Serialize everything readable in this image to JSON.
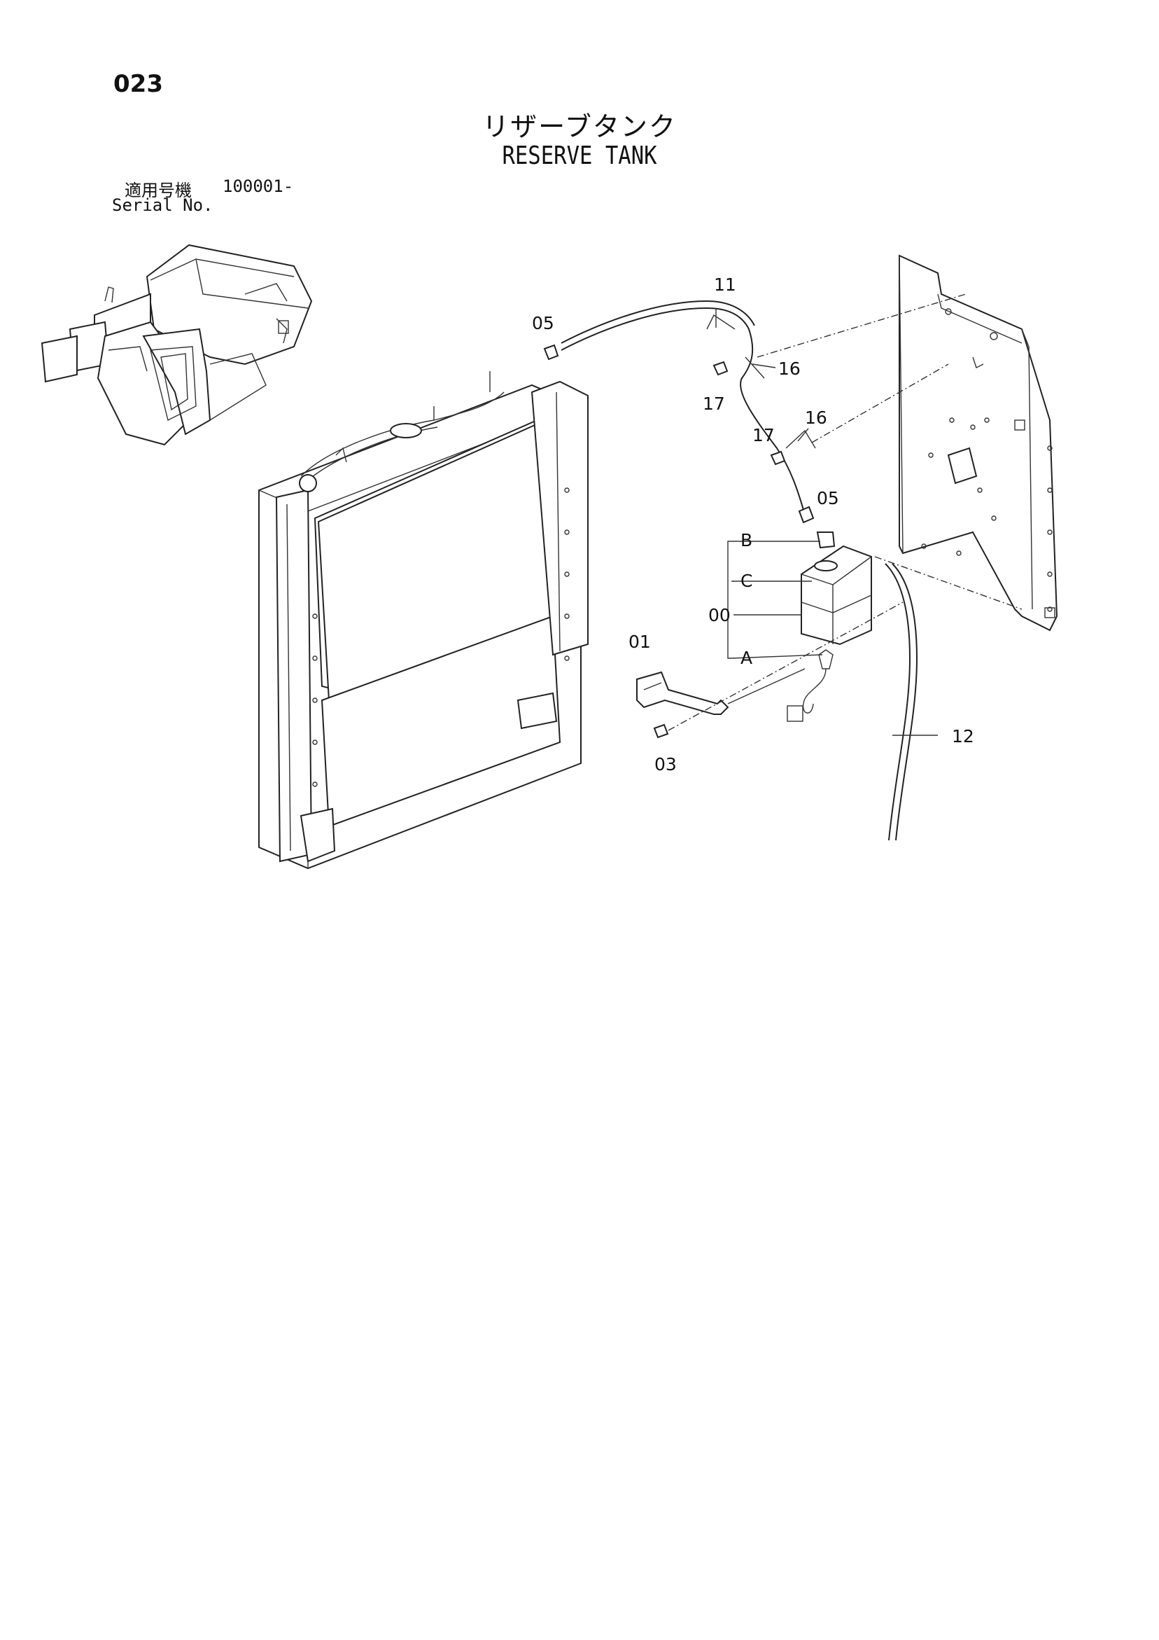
{
  "page": {
    "number": "023",
    "title_ja": "リザーブタンク",
    "title_en": "RESERVE TANK",
    "serial_label_ja": "適用号機",
    "serial_value": "100001-",
    "serial_label_en": "Serial No."
  },
  "callouts": [
    {
      "id": "11",
      "label": "11"
    },
    {
      "id": "05-upper",
      "label": "05"
    },
    {
      "id": "16-upper",
      "label": "16"
    },
    {
      "id": "17-upper",
      "label": "17"
    },
    {
      "id": "17-lower",
      "label": "17"
    },
    {
      "id": "16-lower",
      "label": "16"
    },
    {
      "id": "05-lower",
      "label": "05"
    },
    {
      "id": "B",
      "label": "B"
    },
    {
      "id": "C",
      "label": "C"
    },
    {
      "id": "00",
      "label": "00"
    },
    {
      "id": "A",
      "label": "A"
    },
    {
      "id": "01",
      "label": "01"
    },
    {
      "id": "03",
      "label": "03"
    },
    {
      "id": "12",
      "label": "12"
    }
  ]
}
